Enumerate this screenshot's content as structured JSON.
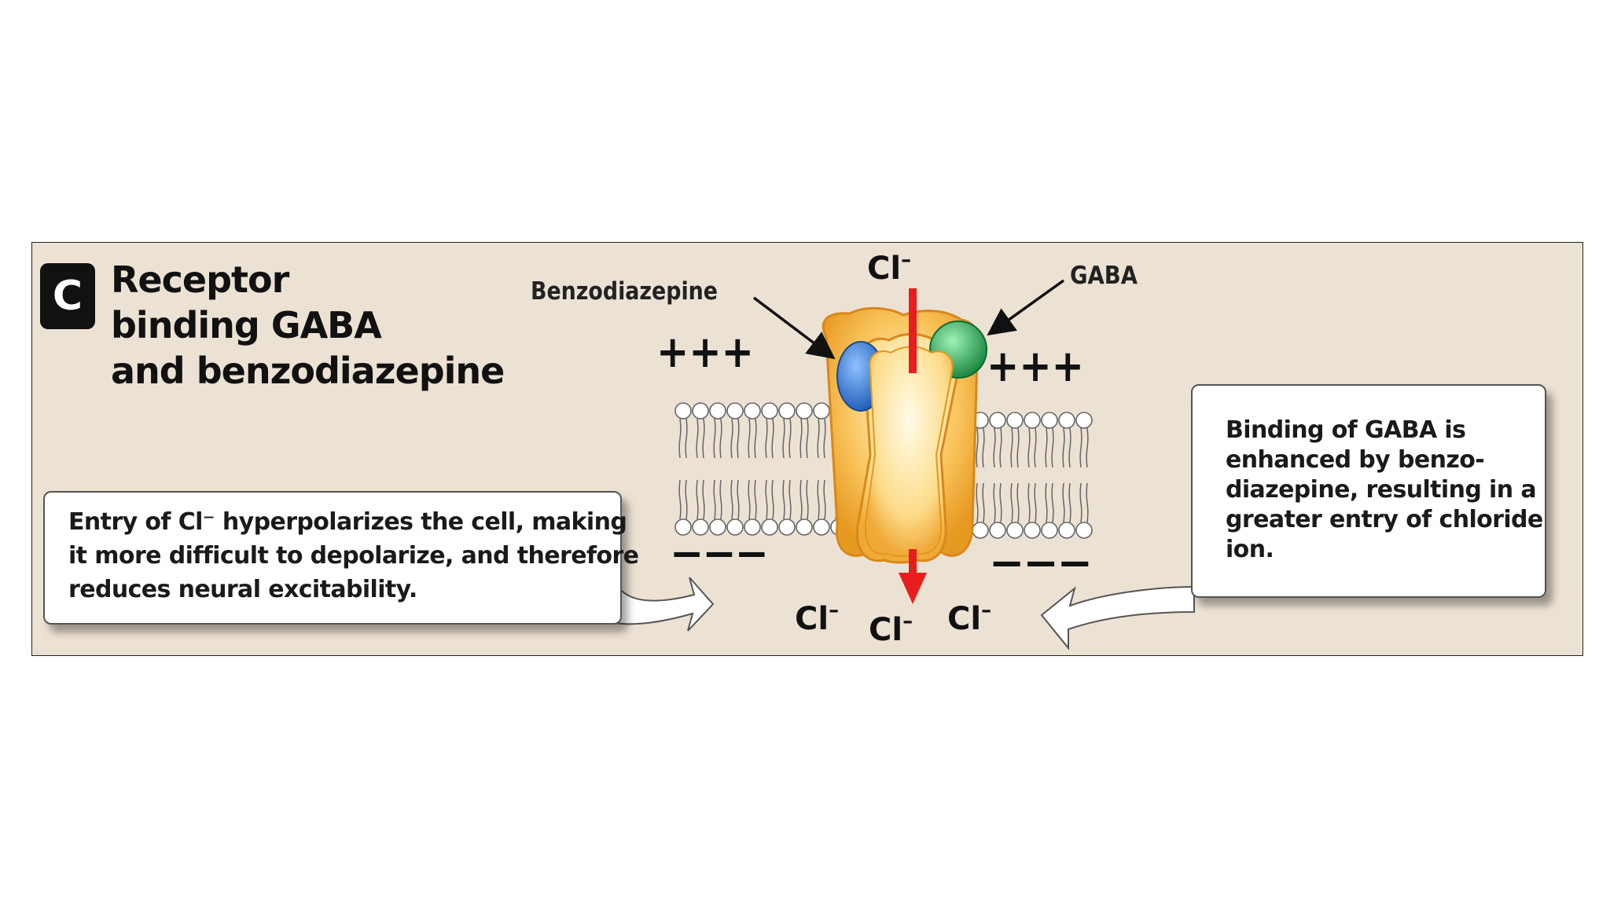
{
  "panel": {
    "badge": "C",
    "title_lines": [
      "Receptor",
      "binding GABA",
      "and benzodiazepine"
    ]
  },
  "labels": {
    "benzodiazepine": "Benzodiazepine",
    "gaba": "GABA",
    "chloride_top": "Cl",
    "chloride_bottom_left": "Cl",
    "chloride_bottom_center": "Cl",
    "chloride_bottom_right": "Cl",
    "ion_charge": "–",
    "positive_left": "+++",
    "positive_right": "+++",
    "negative_left": "–––",
    "negative_right": "–––"
  },
  "callouts": {
    "left_lines": [
      "Entry of Cl⁻ hyperpolarizes the cell, making",
      "it more difficult to depolarize, and therefore",
      "reduces neural excitability."
    ],
    "right_lines": [
      "Binding of GABA is",
      "enhanced by benzo-",
      "diazepine, resulting in a",
      "greater entry of chloride",
      "ion."
    ]
  },
  "colors": {
    "background": "#ece2d4",
    "channel": "#f5b43c",
    "channel_inner": "#fde9b0",
    "benzodiazepine_site": "#2f6fc9",
    "gaba_site": "#1f9e4a",
    "chloride_arrow": "#e81d1d"
  }
}
